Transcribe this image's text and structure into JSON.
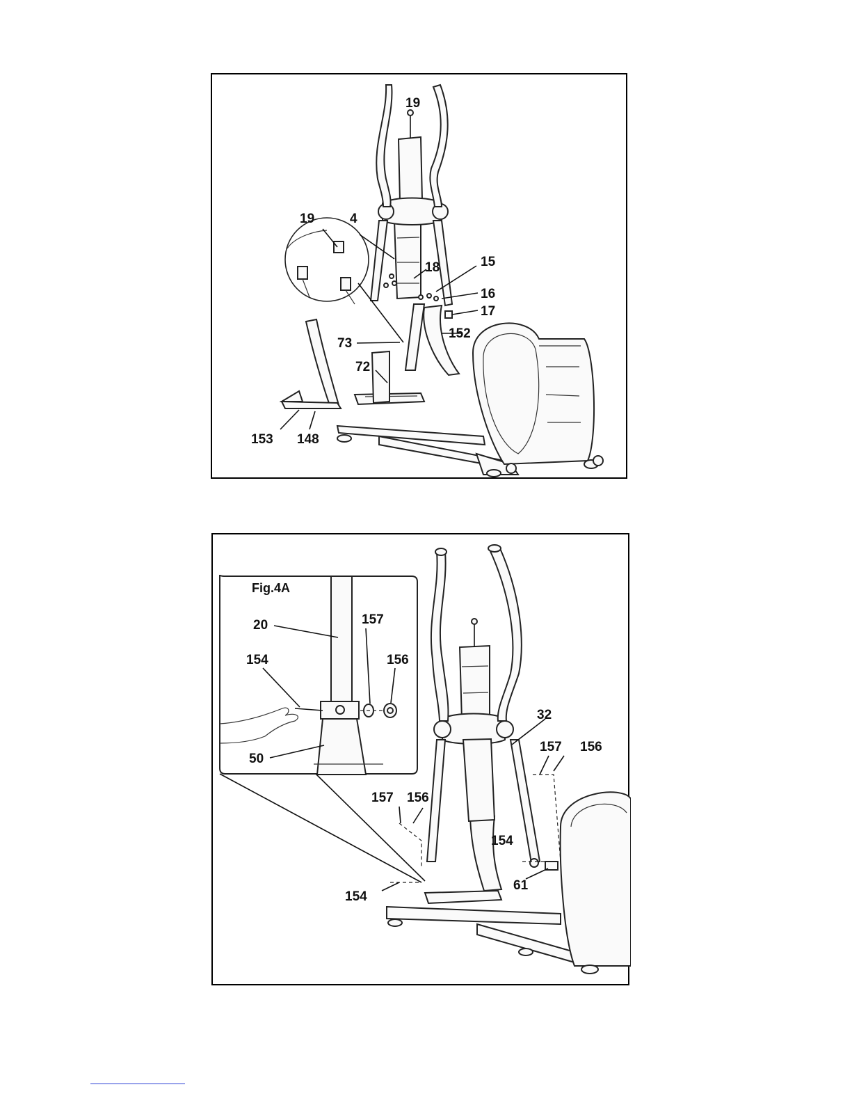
{
  "top_panel": {
    "callouts": [
      "19",
      "19",
      "4",
      "18",
      "15",
      "16",
      "17",
      "152",
      "73",
      "72",
      "153",
      "148"
    ]
  },
  "bottom_panel": {
    "inset_title": "Fig.4A",
    "inset_callouts": [
      "20",
      "157",
      "154",
      "156",
      "50"
    ],
    "callouts": [
      "32",
      "157",
      "156",
      "157",
      "156",
      "154",
      "154",
      "61"
    ]
  }
}
